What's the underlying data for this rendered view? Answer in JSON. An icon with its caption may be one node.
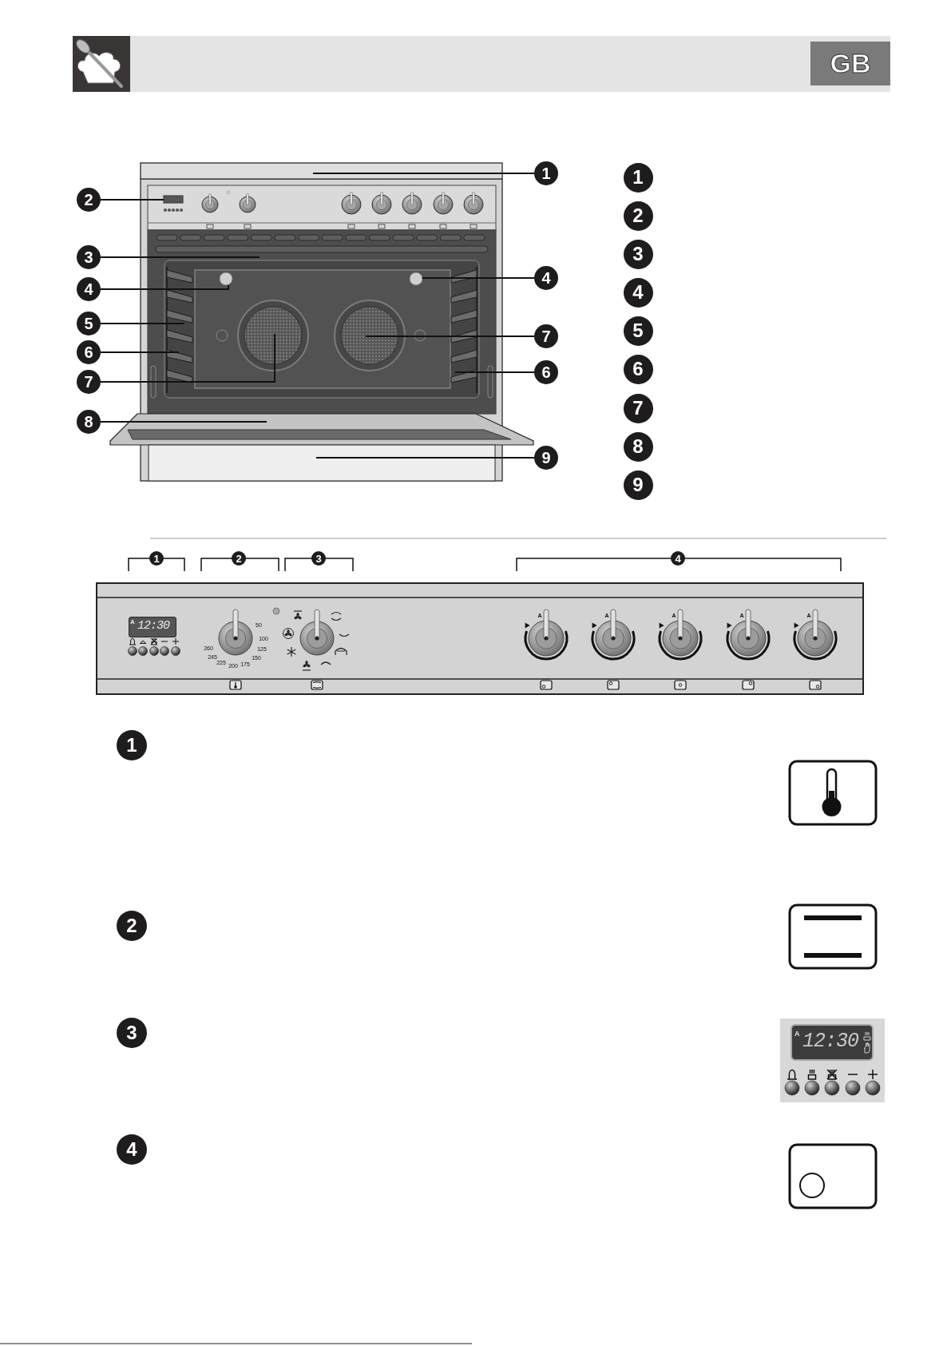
{
  "diagram": {
    "nodes": [
      {
        "text": [
          "1"
        ]
      },
      {
        "text": [
          "2"
        ]
      },
      {
        "text": [
          "3"
        ]
      },
      {
        "text": [
          "4"
        ]
      },
      {
        "text": [
          "4"
        ]
      },
      {
        "text": [
          "5"
        ]
      },
      {
        "text": [
          "7"
        ]
      },
      {
        "text": [
          "6"
        ]
      },
      {
        "text": [
          "6"
        ]
      },
      {
        "text": [
          "7"
        ]
      },
      {
        "text": [
          "8"
        ]
      },
      {
        "text": [
          "9"
        ]
      },
      {
        "text": [],
        "shape": "bar"
      },
      {
        "text": [],
        "shape": "box"
      },
      {
        "text": [],
        "shape": "box"
      },
      {
        "text": [],
        "shape": "circle",
        "in": 14
      },
      {
        "text": [],
        "shape": "circle",
        "in": 14
      },
      {
        "text": [],
        "shape": "picture",
        "in": 14
      },
      {
        "text": [],
        "shape": "picture",
        "in": 14
      },
      {
        "text": [],
        "shape": "circle",
        "in": 14
      },
      {
        "text": [],
        "shape": "circle",
        "in": 14
      },
      {
        "text": [],
        "shape": "bar"
      },
      {
        "text": [],
        "shape": "box"
      }
    ],
    "edges": [
      {
        "from": 0,
        "to": 12,
        "arrow": "none"
      },
      {
        "from": 1,
        "to": 13,
        "arrow": "none"
      },
      {
        "from": 2,
        "to": 14,
        "arrow": "none"
      },
      {
        "from": 3,
        "to": 16,
        "arrow": "none"
      },
      {
        "from": 4,
        "to": 15,
        "arrow": "none"
      },
      {
        "from": 5,
        "to": 17,
        "arrow": "none"
      },
      {
        "from": 6,
        "to": 20,
        "arrow": "none"
      },
      {
        "from": 7,
        "to": 17,
        "arrow": "none"
      },
      {
        "from": 8,
        "to": 18,
        "arrow": "none"
      },
      {
        "from": 9,
        "to": 19,
        "arrow": "none"
      },
      {
        "from": 10,
        "to": 21,
        "arrow": "none"
      },
      {
        "from": 11,
        "to": 22,
        "arrow": "none"
      }
    ],
    "labels": [
      "GB",
      "1",
      "2",
      "3",
      "4",
      "5",
      "6",
      "7",
      "8",
      "9",
      "1",
      "2",
      "3",
      "4",
      "A",
      "12:30",
      "50",
      "100",
      "125",
      "150",
      "175",
      "200",
      "225",
      "245",
      "260",
      "A",
      "A",
      "A",
      "A",
      "A",
      "1",
      "2",
      "3",
      "A",
      "12:30",
      "4"
    ]
  }
}
